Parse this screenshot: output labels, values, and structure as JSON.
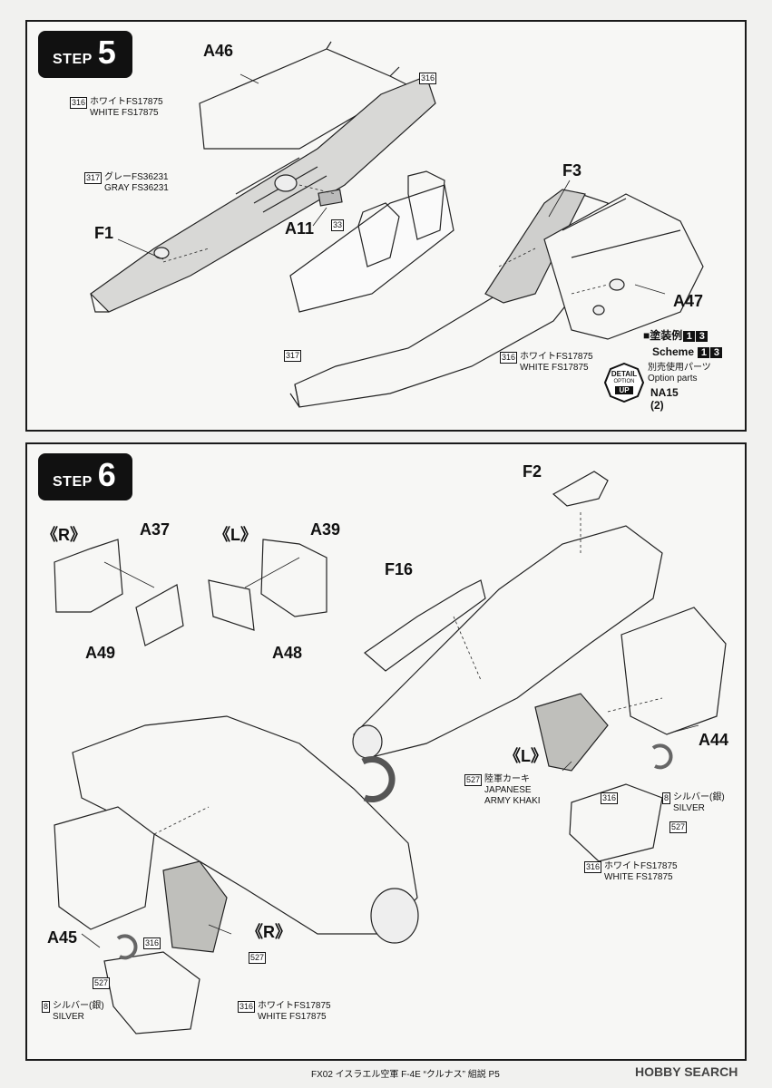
{
  "step5": {
    "step_word": "STEP",
    "step_num": "5",
    "labels": {
      "a46": "A46",
      "a11": "A11",
      "f1": "F1",
      "f3": "F3",
      "a47": "A47"
    },
    "paint": {
      "white_316_top": {
        "code": "316",
        "jp": "ホワイトFS17875",
        "en": "WHITE FS17875"
      },
      "gray_317": {
        "code": "317",
        "jp": "グレーFS36231",
        "en": "GRAY FS36231"
      },
      "code_33": "33",
      "code_317_nose": "317",
      "code_316_right": "316",
      "white_316_mid": {
        "code": "316",
        "jp": "ホワイトFS17875",
        "en": "WHITE FS17875"
      }
    },
    "scheme": {
      "jp_prefix": "■塗装例",
      "en_prefix": "Scheme",
      "n1": "1",
      "n3": "3",
      "option_jp": "別売使用パーツ",
      "option_en": "Option parts",
      "part": "NA15",
      "qty": "(2)"
    },
    "detail_badge": {
      "top": "DETAIL",
      "mid": "OPTION",
      "bottom": "UP"
    }
  },
  "step6": {
    "step_word": "STEP",
    "step_num": "6",
    "labels": {
      "r_mark": "《R》",
      "l_mark": "《L》",
      "a37": "A37",
      "a39": "A39",
      "a49": "A49",
      "a48": "A48",
      "f2": "F2",
      "f16": "F16",
      "a44": "A44",
      "a45": "A45",
      "l_mark2": "《L》",
      "r_mark2": "《R》"
    },
    "paint": {
      "khaki_527": {
        "code": "527",
        "jp": "陸軍カーキ",
        "en1": "JAPANESE",
        "en2": "ARMY KHAKI"
      },
      "silver_8_right": {
        "code": "8",
        "jp": "シルバー(銀)",
        "en": "SILVER"
      },
      "code_527_right": "527",
      "white_316_right": {
        "code": "316",
        "jp": "ホワイトFS17875",
        "en": "WHITE FS17875"
      },
      "code_316_l": "316",
      "code_316_r": "316",
      "code_527_r": "527",
      "code_527_left": "527",
      "silver_8_left": {
        "code": "8",
        "jp": "シルバー(銀)",
        "en": "SILVER"
      },
      "white_316_left": {
        "code": "316",
        "jp": "ホワイトFS17875",
        "en": "WHITE FS17875"
      }
    }
  },
  "footer": {
    "text": "FX02 イスラエル空軍 F-4E “クルナス” 組説 P5",
    "watermark": "HOBBY SEARCH"
  }
}
